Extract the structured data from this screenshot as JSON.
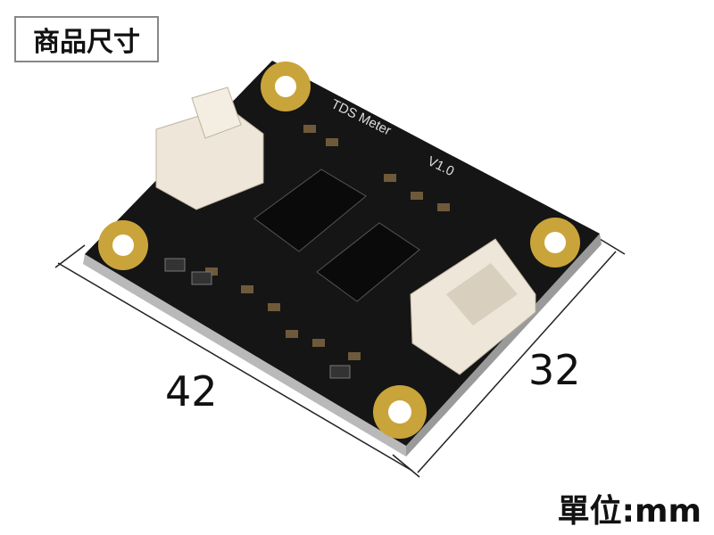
{
  "title_label": "商品尺寸",
  "dimensions": {
    "length": "42",
    "width": "32"
  },
  "unit_label": "單位:mm",
  "board": {
    "silkscreen": "TDS Meter",
    "version": "V1.0"
  },
  "colors": {
    "board": "#151515",
    "pad": "#c9a43a",
    "connector": "#eee6d8"
  }
}
